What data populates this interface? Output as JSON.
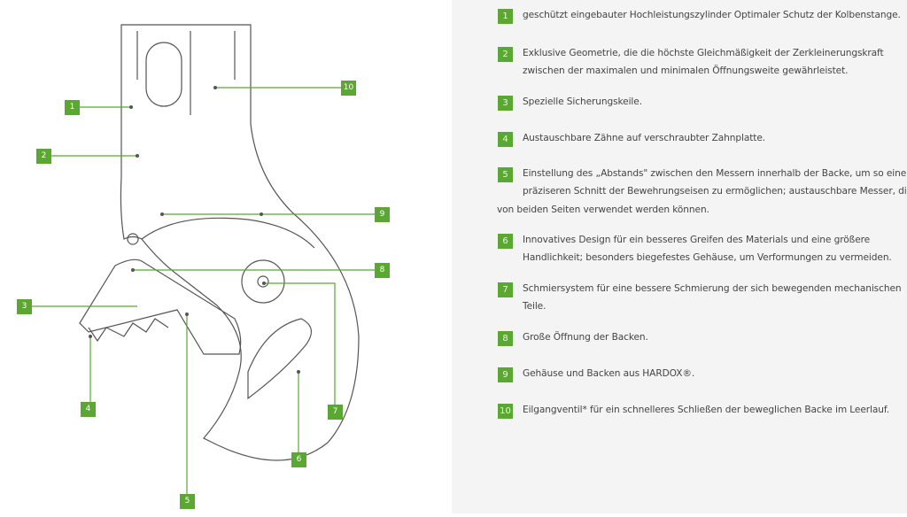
{
  "accent_color": "#5aa832",
  "diagram_labels": [
    "1",
    "2",
    "3",
    "4",
    "5",
    "6",
    "7",
    "8",
    "9",
    "10"
  ],
  "features": [
    {
      "num": "1",
      "lines": [
        "geschützt eingebauter Hochleistungszylinder Optimaler Schutz der Kolbenstange."
      ]
    },
    {
      "num": "2",
      "lines": [
        "Exklusive Geometrie, die die höchste Gleichmäßigkeit der Zerkleinerungskraft",
        "zwischen der maximalen und minimalen Öffnungsweite gewährleistet."
      ]
    },
    {
      "num": "3",
      "lines": [
        "Spezielle Sicherungskeile."
      ]
    },
    {
      "num": "4",
      "lines": [
        "Austauschbare Zähne auf verschraubter Zahnplatte."
      ]
    },
    {
      "num": "5",
      "lines": [
        "Einstellung des „Abstands\" zwischen den Messern innerhalb der Backe, um so einen",
        "präziseren Schnitt der Bewehrungseisen zu ermöglichen; austauschbare Messer, die",
        "von beiden Seiten verwendet werden können."
      ]
    },
    {
      "num": "6",
      "lines": [
        "Innovatives Design für ein besseres Greifen des Materials und eine größere",
        "Handlichkeit; besonders biegefestes Gehäuse, um Verformungen zu vermeiden."
      ]
    },
    {
      "num": "7",
      "lines": [
        "Schmiersystem für eine bessere Schmierung der sich bewegenden mechanischen",
        "Teile."
      ]
    },
    {
      "num": "8",
      "lines": [
        "Große Öffnung der Backen."
      ]
    },
    {
      "num": "9",
      "lines": [
        "Gehäuse und Backen aus HARDOX®."
      ]
    },
    {
      "num": "10",
      "lines": [
        "Eilgangventil* für ein schnelleres Schließen der beweglichen Backe im Leerlauf."
      ]
    }
  ]
}
